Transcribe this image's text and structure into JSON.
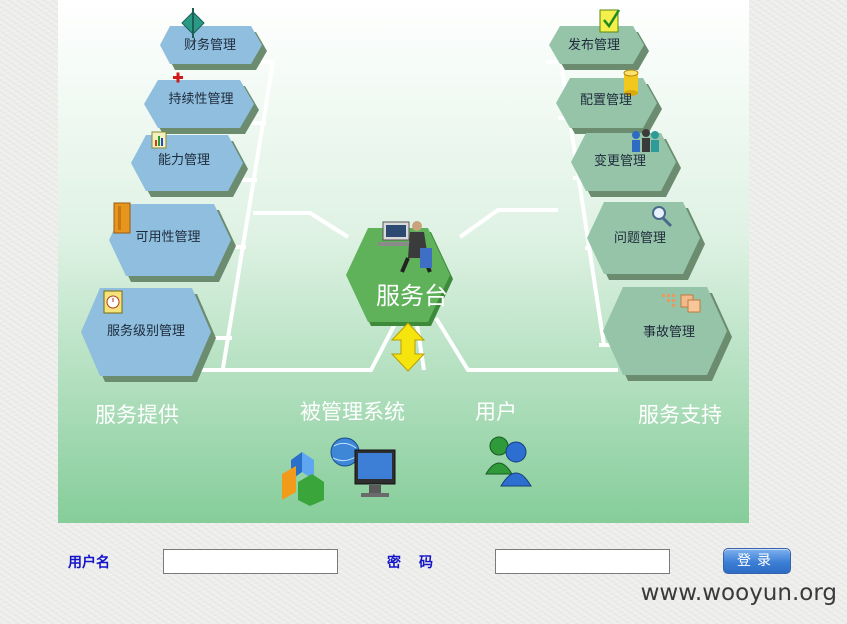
{
  "diagram": {
    "center_label": "服务台",
    "left_nodes": [
      "财务管理",
      "持续性管理",
      "能力管理",
      "可用性管理",
      "服务级别管理"
    ],
    "right_nodes": [
      "发布管理",
      "配置管理",
      "变更管理",
      "问题管理",
      "事故管理"
    ],
    "categories": {
      "service_delivery": "服务提供",
      "managed_system": "被管理系统",
      "user": "用户",
      "service_support": "服务支持"
    },
    "colors": {
      "left_hex": "#8fbede",
      "right_hex": "#96c4a9",
      "center_hex": "#5fb15a"
    }
  },
  "login": {
    "username_label": "用户名",
    "username_value": "",
    "password_label": "密码",
    "password_value": "",
    "submit_label": "登录"
  },
  "watermark": "www.wooyun.org"
}
